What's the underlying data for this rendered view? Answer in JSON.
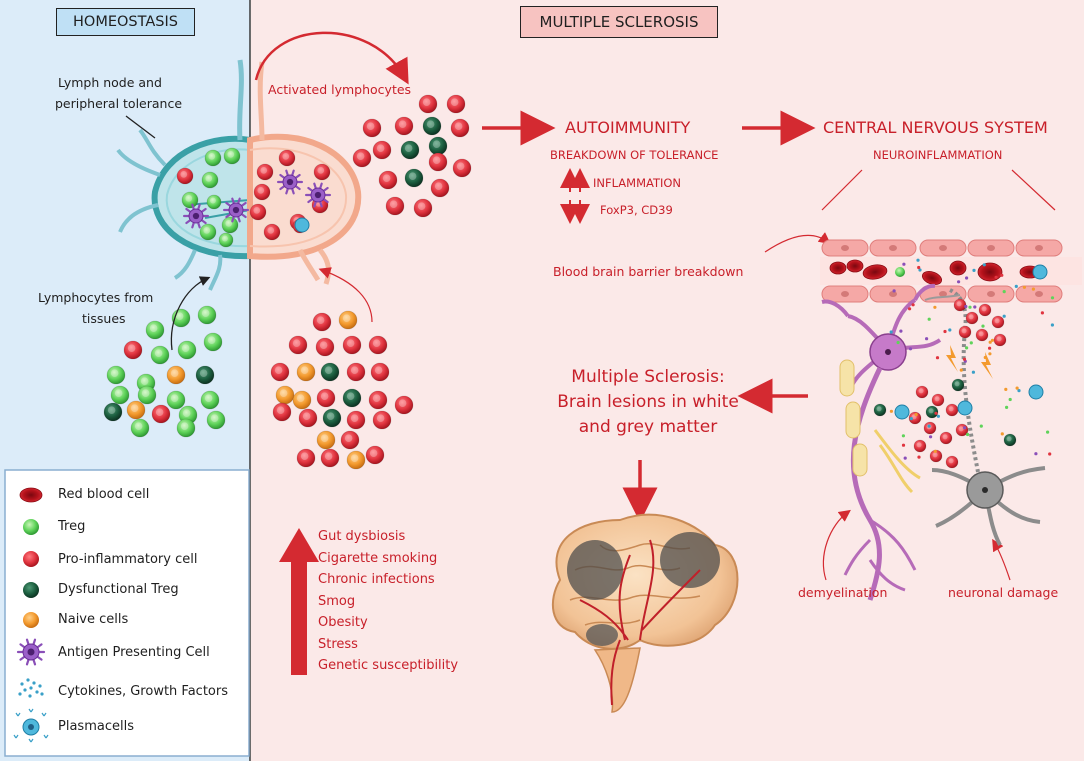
{
  "panels": {
    "homeostasis_title": "HOMEOSTASIS",
    "ms_title": "MULTIPLE SCLEROSIS"
  },
  "labels": {
    "lymph_node_line1": "Lymph node and",
    "lymph_node_line2": "peripheral tolerance",
    "lymphocytes_from_line1": "Lymphocytes from",
    "lymphocytes_from_line2": "tissues",
    "activated_lymphocytes": "Activated lymphocytes",
    "autoimmunity": "AUTOIMMUNITY",
    "breakdown_of_tolerance": "BREAKDOWN OF TOLERANCE",
    "inflammation": "INFLAMMATION",
    "foxp3": "FoxP3, CD39",
    "cns": "CENTRAL NERVOUS SYSTEM",
    "neuroinflammation": "NEUROINFLAMMATION",
    "bbb_breakdown": "Blood brain barrier breakdown",
    "ms_lesions_line1": "Multiple Sclerosis:",
    "ms_lesions_line2": "Brain lesions in white",
    "ms_lesions_line3": "and grey matter",
    "demyelination": "demyelination",
    "neuronal_damage": "neuronal damage"
  },
  "risk_factors": [
    "Gut dysbiosis",
    "Cigarette smoking",
    "Chronic infections",
    "Smog",
    "Obesity",
    "Stress",
    "Genetic susceptibility"
  ],
  "legend": [
    {
      "label": "Red blood cell",
      "icon": "red-blood-cell-icon",
      "color": "#b5121b"
    },
    {
      "label": "Treg",
      "icon": "treg-icon",
      "color": "#5fd35a"
    },
    {
      "label": "Pro-inflammatory cell",
      "icon": "pro-inflammatory-cell-icon",
      "color": "#e0343f"
    },
    {
      "label": "Dysfunctional Treg",
      "icon": "dysfunctional-treg-icon",
      "color": "#1c5e3f"
    },
    {
      "label": "Naive cells",
      "icon": "naive-cell-icon",
      "color": "#f39a2e"
    },
    {
      "label": "Antigen Presenting Cell",
      "icon": "antigen-presenting-cell-icon",
      "color": "#8a4fb8"
    },
    {
      "label": "Cytokines, Growth Factors",
      "icon": "cytokines-icon",
      "color": "#3aa0c8"
    },
    {
      "label": "Plasmacells",
      "icon": "plasmacell-icon",
      "color": "#4fb8dc"
    }
  ],
  "colors": {
    "homeostasis_bg": "#dcecf9",
    "ms_bg": "#fbe9e8",
    "accent_red": "#c8202a",
    "ms_title_bg": "#f7c3c1"
  }
}
